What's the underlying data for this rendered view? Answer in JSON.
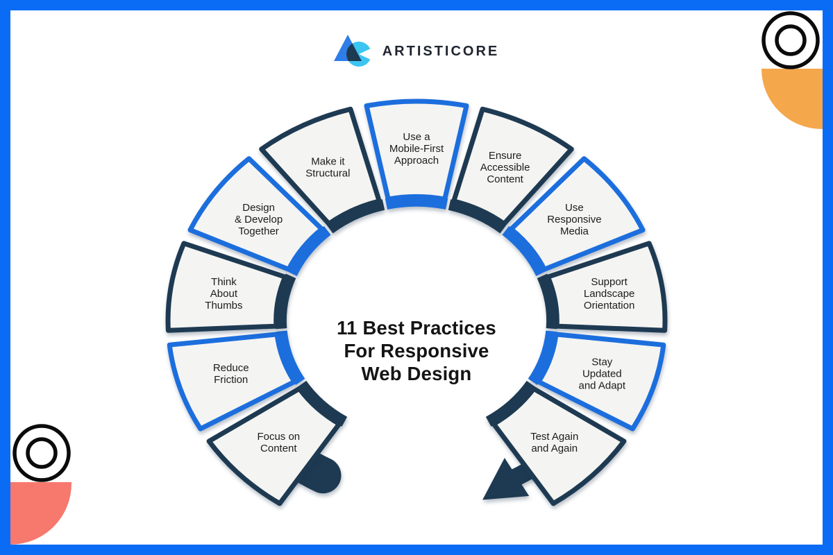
{
  "logo": {
    "brand": "ARTISTICORE"
  },
  "title": {
    "lines": [
      "11 Best Practices",
      "For Responsive",
      "Web Design"
    ]
  },
  "palette": {
    "frame": "#0a6cf5",
    "segment_dark": "#1e3a52",
    "segment_blue": "#1c6edd",
    "wedge_fill": "#f4f4f2",
    "text_dark": "#1c1c1c",
    "title_color": "#141414",
    "brand_text": "#1f2530",
    "orange": "#f5a74c",
    "salmon": "#f7786c",
    "circle_outline": "#0b0b0b",
    "logo_triangle": "#2e7de8",
    "logo_circle": "#3cc5f1",
    "logo_overlap": "#1d3a52"
  },
  "ring": {
    "flow": "clockwise",
    "start_cap": "rounded-tail",
    "end_cap": "arrowhead",
    "segments": [
      {
        "id": "focus-on-content",
        "lines": [
          "Focus on",
          "Content"
        ],
        "color": "dark"
      },
      {
        "id": "reduce-friction",
        "lines": [
          "Reduce",
          "Friction"
        ],
        "color": "blue"
      },
      {
        "id": "think-about-thumbs",
        "lines": [
          "Think",
          "About",
          "Thumbs"
        ],
        "color": "dark"
      },
      {
        "id": "design-develop-together",
        "lines": [
          "Design",
          "& Develop",
          "Together"
        ],
        "color": "blue"
      },
      {
        "id": "make-it-structural",
        "lines": [
          "Make it",
          "Structural"
        ],
        "color": "dark"
      },
      {
        "id": "use-a-mobile-first-approach",
        "lines": [
          "Use a",
          "Mobile-First",
          "Approach"
        ],
        "color": "blue"
      },
      {
        "id": "ensure-accessible-content",
        "lines": [
          "Ensure",
          "Accessible",
          "Content"
        ],
        "color": "dark"
      },
      {
        "id": "use-responsive-media",
        "lines": [
          "Use",
          "Responsive",
          "Media"
        ],
        "color": "blue"
      },
      {
        "id": "support-landscape-orientation",
        "lines": [
          "Support",
          "Landscape",
          "Orientation"
        ],
        "color": "dark"
      },
      {
        "id": "stay-updated-and-adapt",
        "lines": [
          "Stay",
          "Updated",
          "and Adapt"
        ],
        "color": "blue"
      },
      {
        "id": "test-again-and-again",
        "lines": [
          "Test Again",
          "and Again"
        ],
        "color": "dark"
      }
    ]
  }
}
